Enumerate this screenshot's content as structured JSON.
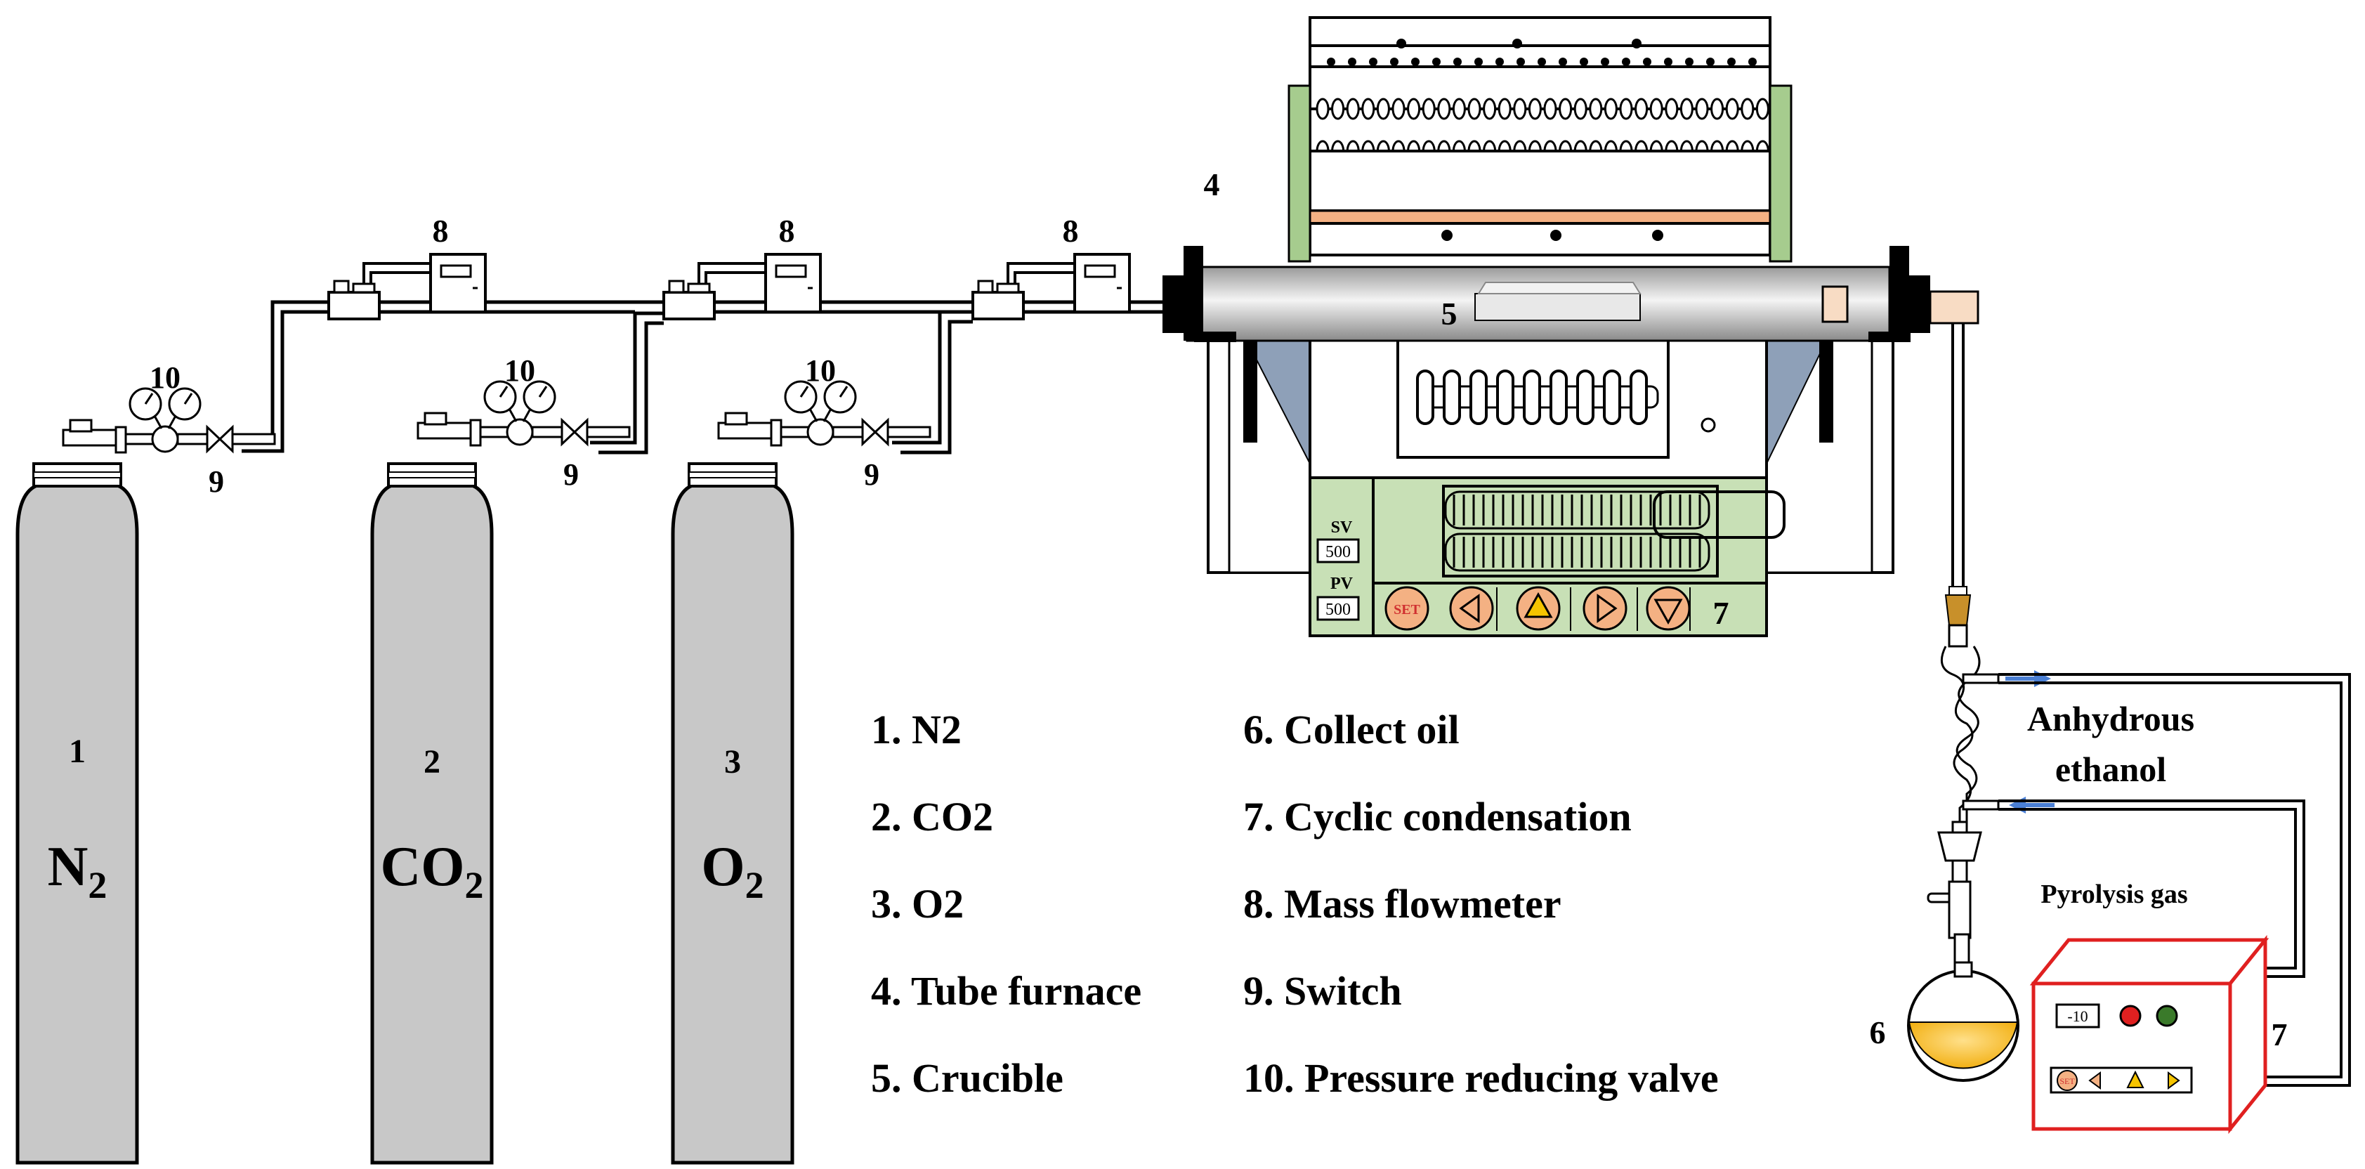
{
  "cylinders": [
    {
      "number": "1",
      "symbol": "N",
      "sub": "2"
    },
    {
      "number": "2",
      "symbol": "CO",
      "sub": "2"
    },
    {
      "number": "3",
      "symbol": "O",
      "sub": "2"
    }
  ],
  "callouts": {
    "valve": "10",
    "switch": "9",
    "flowmeter": "8",
    "furnace": "4",
    "crucible": "5",
    "oil": "6",
    "condensation": "7"
  },
  "controller": {
    "sv_label": "SV",
    "sv_value": "500",
    "pv_label": "PV",
    "pv_value": "500",
    "set_label": "SET"
  },
  "chiller": {
    "display": "-10",
    "set_label": "SET"
  },
  "labels": {
    "ethanol_line1": "Anhydrous",
    "ethanol_line2": "ethanol",
    "pyrolysis_gas": "Pyrolysis gas"
  },
  "legend": [
    "1. N2",
    "2. CO2",
    "3. O2",
    "4. Tube furnace",
    "5. Crucible",
    "6. Collect oil",
    "7. Cyclic condensation",
    "8. Mass flowmeter",
    "9. Switch",
    "10. Pressure reducing valve"
  ],
  "colors": {
    "cylinder": "#c8c8c8",
    "panel_green": "#c8e0b6",
    "side_green": "#a6cc8e",
    "orange_bar": "#f4b183",
    "chiller_border": "#e02020",
    "oil": "#f5b41c",
    "stopper": "#c8902a",
    "arrow_blue": "#4a7fd4",
    "funnel_gray": "#8ea0b8"
  }
}
